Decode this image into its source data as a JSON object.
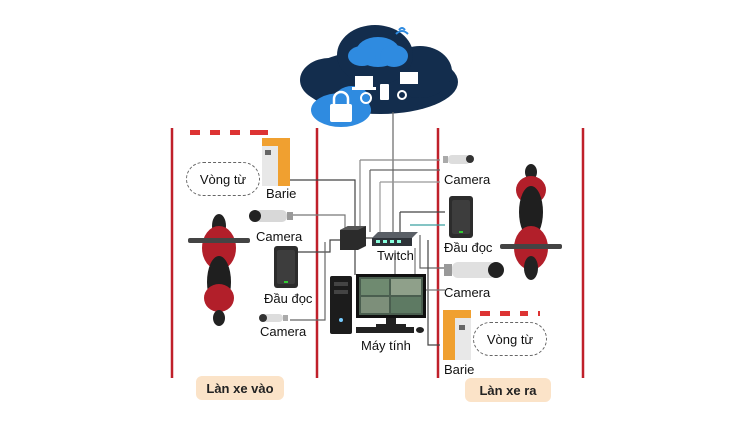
{
  "labels": {
    "barie_in": "Barie",
    "vong_tu_in": "Vòng từ",
    "camera_in_1": "Camera",
    "dau_doc_in": "Đầu đọc",
    "camera_in_2": "Camera",
    "twitch": "Twitch",
    "may_tinh": "Máy tính",
    "camera_out_1": "Camera",
    "dau_doc_out": "Đầu đọc",
    "camera_out_2": "Camera",
    "vong_tu_out": "Vòng từ",
    "barie_out": "Barie"
  },
  "lanes": {
    "entry": "Làn xe vào",
    "exit": "Làn xe ra"
  },
  "colors": {
    "lane_divider": "#c0202a",
    "cloud_dark": "#132d4d",
    "cloud_light": "#2f8be0",
    "barrier_orange": "#f0a030",
    "lane_label_bg": "#fbe3c8"
  }
}
